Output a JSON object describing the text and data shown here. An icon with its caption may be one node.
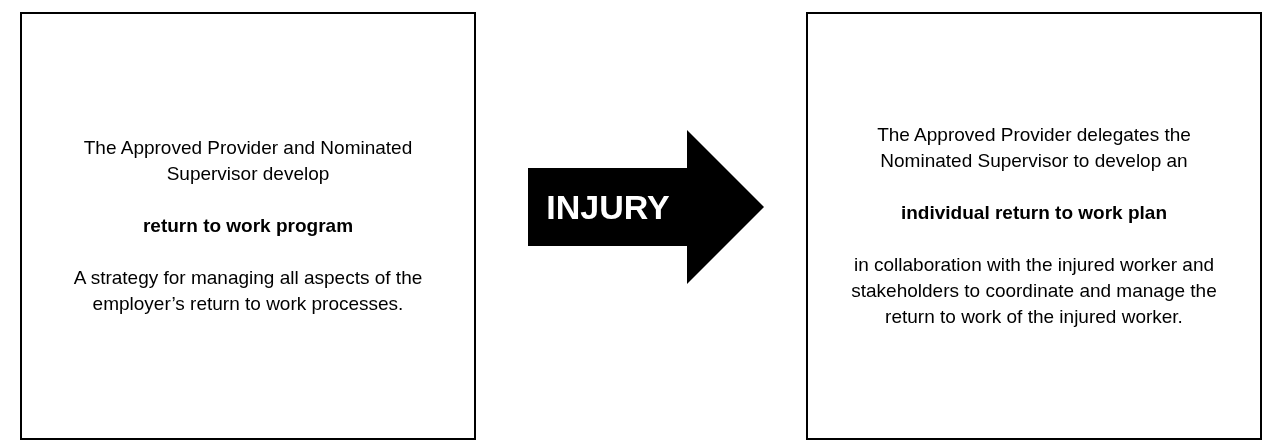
{
  "diagram": {
    "nodes": [
      {
        "text": [
          "The Approved Provider and Nominated Supervisor develop",
          "return to work program",
          "A strategy for managing all aspects of the employer’s return to work processes."
        ]
      },
      {
        "text": [
          "INJURY"
        ]
      },
      {
        "text": [
          "The Approved Provider delegates the Nominated Supervisor to develop an",
          "individual return to work plan",
          "in collaboration with the injured worker and stakeholders to coordinate and manage the return to work of the injured worker."
        ]
      }
    ]
  }
}
